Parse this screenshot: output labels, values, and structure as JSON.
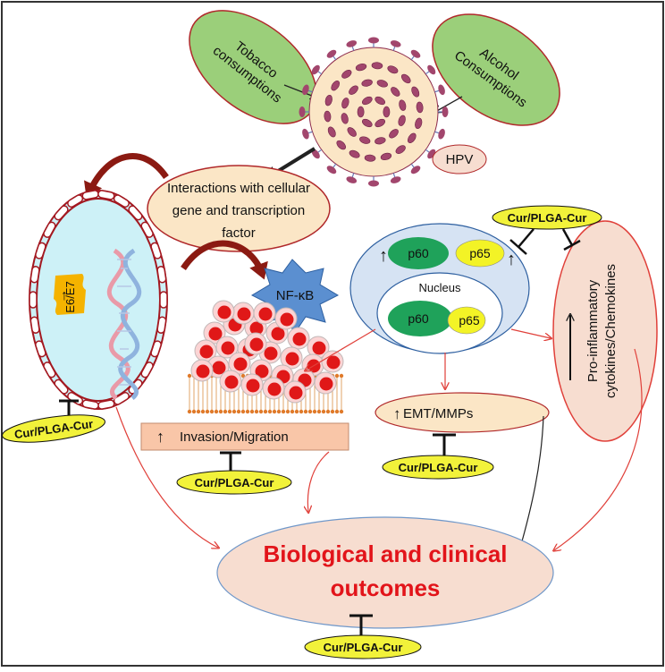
{
  "colors": {
    "green_ellipse": "#9bcf7a",
    "green_stroke": "#b0282a",
    "peach_fill": "#fbe6c6",
    "pink_fill": "#f7ddd0",
    "cell_fill": "#cdf1f7",
    "cell_wall": "#a31820",
    "nfkb_fill": "#5b8fd0",
    "nucleus_fill": "#d6e3f3",
    "p60_fill": "#1fa25a",
    "p65_fill": "#f3f326",
    "cur_fill": "#f2f23a",
    "red_arrow": "#e0403a",
    "title_red": "#e2141a",
    "e6e7_fill": "#f5b300"
  },
  "labels": {
    "tobacco_line1": "Tobacco",
    "tobacco_line2": "consumptions",
    "alcohol_line1": "Alcohol",
    "alcohol_line2": "Consumptions",
    "hpv": "HPV",
    "interactions_line1": "Interactions with cellular",
    "interactions_line2": "gene and  transcription",
    "interactions_line3": "factor",
    "e6e7": "E6/E7",
    "nfkb": "NF-κB",
    "nucleus": "Nucleus",
    "p60_top": "p60",
    "p65_top": "p65",
    "p60_bottom": "p60",
    "p65_bottom": "p65",
    "cytokines_line1": "Pro-inflammatory",
    "cytokines_line2": "cytokines/Chemokines",
    "emt": "EMT/MMPs",
    "invasion": "Invasion/Migration",
    "outcomes_line1": "Biological and clinical",
    "outcomes_line2": "outcomes"
  },
  "inhibitors": {
    "cell": "Cur/PLGA-Cur",
    "invasion": "Cur/PLGA-Cur",
    "emt": "Cur/PLGA-Cur",
    "cytokines": "Cur/PLGA-Cur",
    "outcomes": "Cur/PLGA-Cur"
  },
  "arrows": {
    "up": "↑"
  }
}
